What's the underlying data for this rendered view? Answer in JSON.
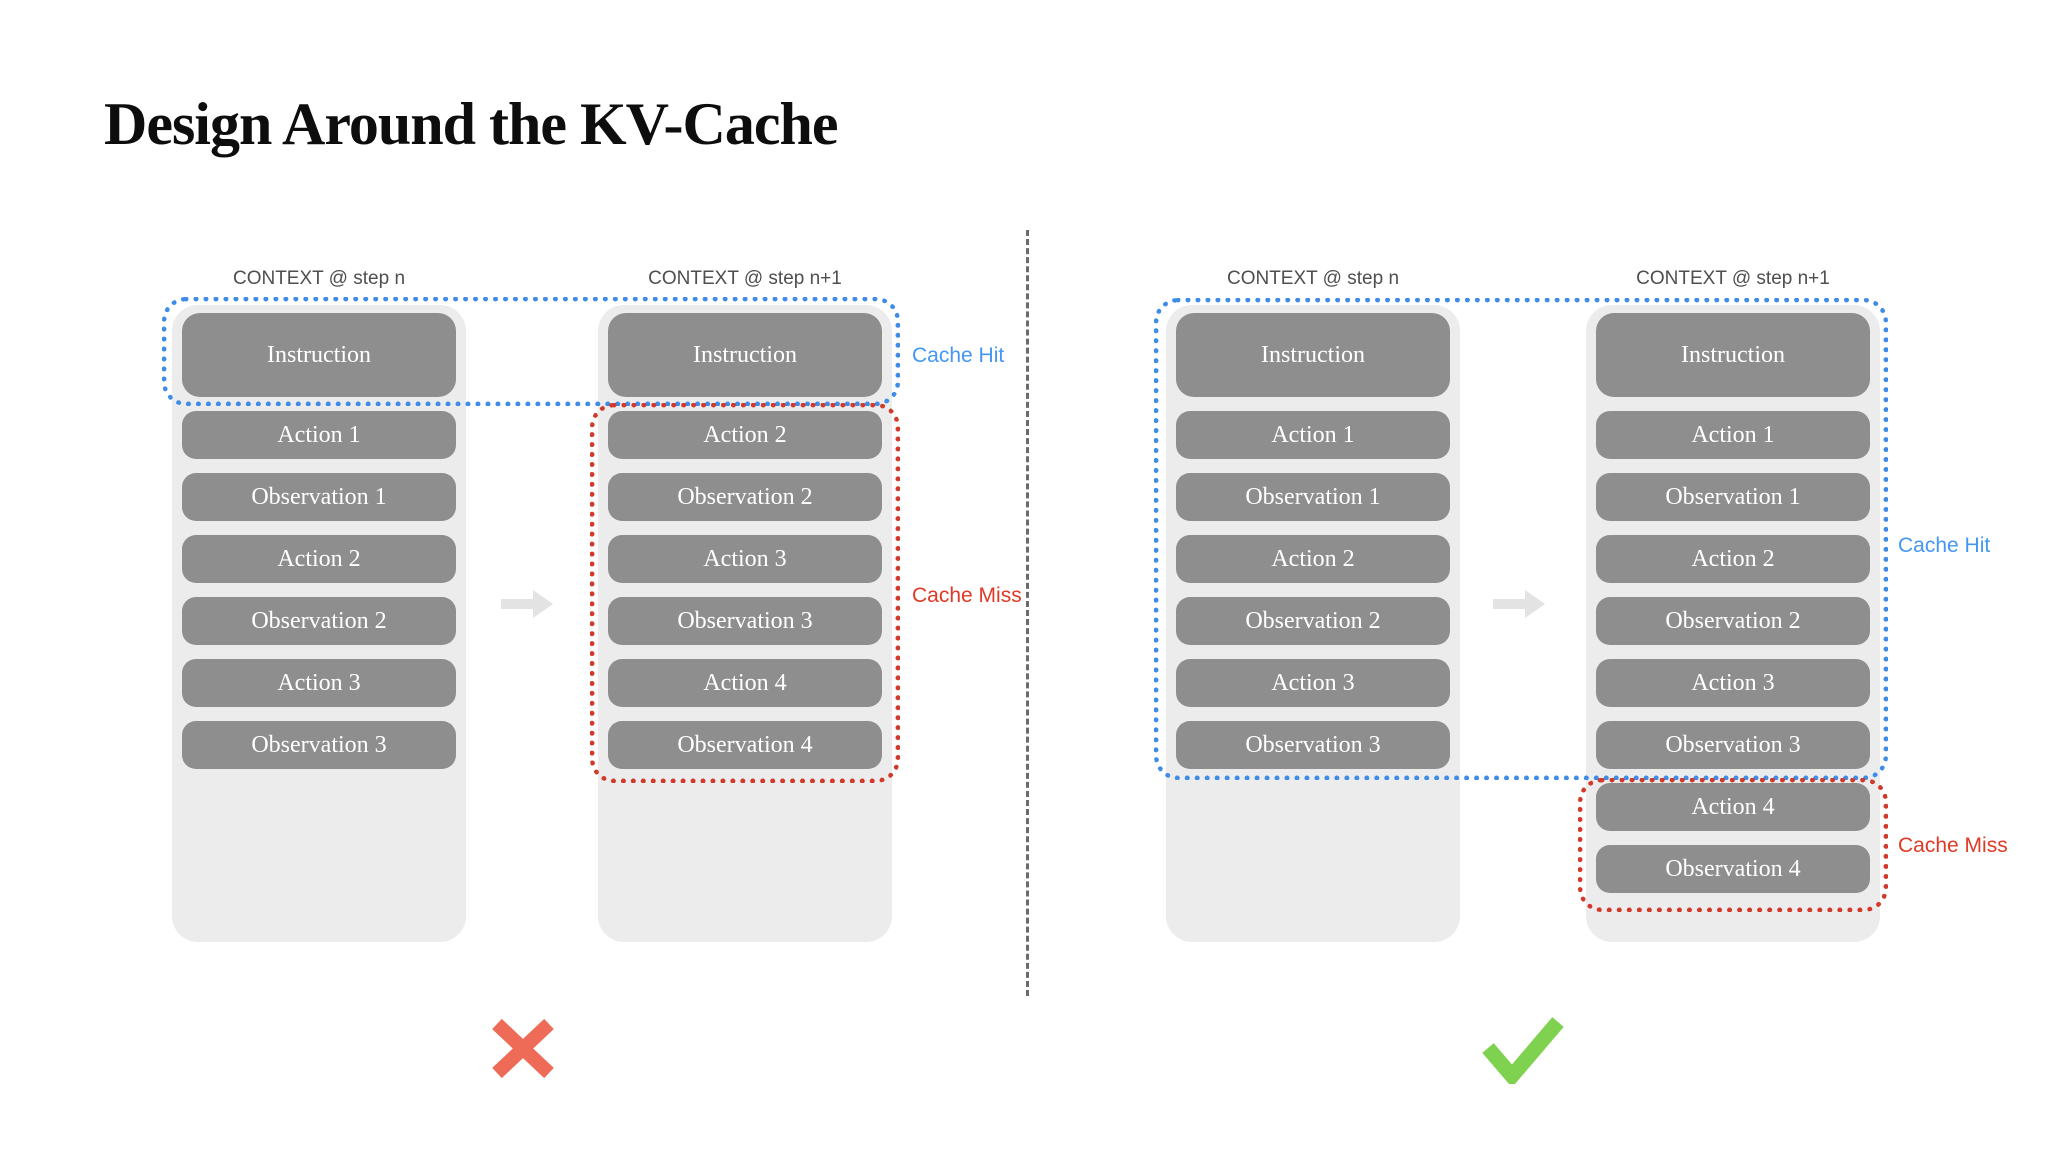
{
  "title": "Design Around the KV-Cache",
  "colors": {
    "cache_hit_blue": "#3e8be8",
    "cache_hit_label_blue": "#4497f3",
    "cache_miss_red": "#d2392a",
    "cache_miss_label_red": "#e03a26",
    "block_gray": "#8e8e8e",
    "column_background": "#ececec",
    "cross_red": "#ee6b58",
    "check_green": "#7ed24f",
    "arrow_gray": "#e3e3e3"
  },
  "icons": {
    "transition": "arrow-right-icon",
    "bad_verdict": "cross-icon",
    "good_verdict": "check-icon"
  },
  "diagrams": [
    {
      "name": "cache-breaking-example",
      "verdict": "bad",
      "cache_hit_label": "Cache Hit",
      "cache_miss_label": "Cache Miss",
      "columns": [
        {
          "header": "CONTEXT @ step n",
          "items": [
            {
              "label": "Instruction",
              "kind": "instruction"
            },
            {
              "label": "Action 1",
              "kind": "row"
            },
            {
              "label": "Observation 1",
              "kind": "row"
            },
            {
              "label": "Action 2",
              "kind": "row"
            },
            {
              "label": "Observation 2",
              "kind": "row"
            },
            {
              "label": "Action 3",
              "kind": "row"
            },
            {
              "label": "Observation 3",
              "kind": "row"
            }
          ]
        },
        {
          "header": "CONTEXT @ step n+1",
          "items": [
            {
              "label": "Instruction",
              "kind": "instruction"
            },
            {
              "label": "Action 2",
              "kind": "row"
            },
            {
              "label": "Observation 2",
              "kind": "row"
            },
            {
              "label": "Action 3",
              "kind": "row"
            },
            {
              "label": "Observation 3",
              "kind": "row"
            },
            {
              "label": "Action 4",
              "kind": "row"
            },
            {
              "label": "Observation 4",
              "kind": "row"
            }
          ]
        }
      ]
    },
    {
      "name": "cache-preserving-example",
      "verdict": "good",
      "cache_hit_label": "Cache Hit",
      "cache_miss_label": "Cache Miss",
      "columns": [
        {
          "header": "CONTEXT @ step n",
          "items": [
            {
              "label": "Instruction",
              "kind": "instruction"
            },
            {
              "label": "Action 1",
              "kind": "row"
            },
            {
              "label": "Observation 1",
              "kind": "row"
            },
            {
              "label": "Action 2",
              "kind": "row"
            },
            {
              "label": "Observation 2",
              "kind": "row"
            },
            {
              "label": "Action 3",
              "kind": "row"
            },
            {
              "label": "Observation 3",
              "kind": "row"
            }
          ]
        },
        {
          "header": "CONTEXT @ step n+1",
          "items": [
            {
              "label": "Instruction",
              "kind": "instruction"
            },
            {
              "label": "Action 1",
              "kind": "row"
            },
            {
              "label": "Observation 1",
              "kind": "row"
            },
            {
              "label": "Action 2",
              "kind": "row"
            },
            {
              "label": "Observation 2",
              "kind": "row"
            },
            {
              "label": "Action 3",
              "kind": "row"
            },
            {
              "label": "Observation 3",
              "kind": "row"
            },
            {
              "label": "Action 4",
              "kind": "row"
            },
            {
              "label": "Observation 4",
              "kind": "row"
            }
          ]
        }
      ]
    }
  ]
}
